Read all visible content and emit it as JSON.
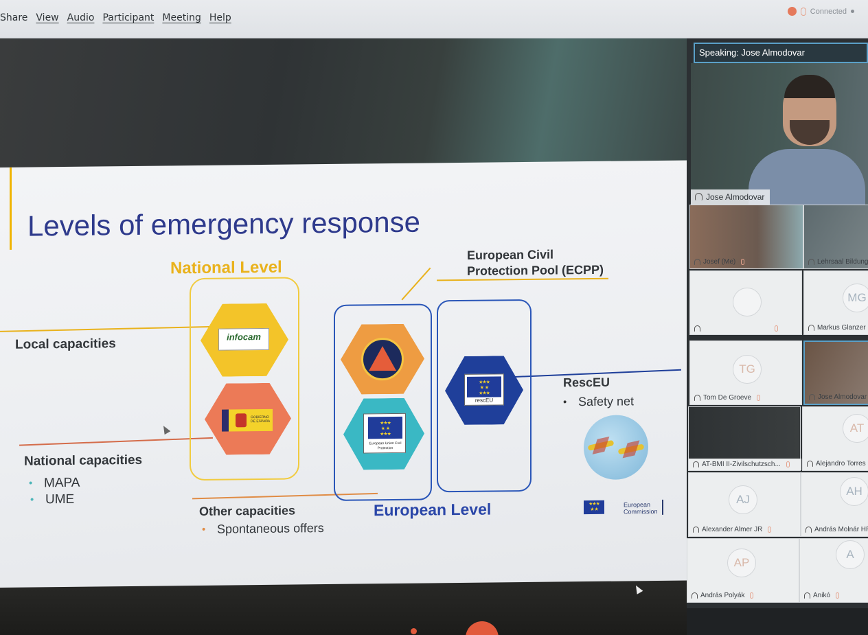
{
  "menu": {
    "items": [
      "Share",
      "View",
      "Audio",
      "Participant",
      "Meeting",
      "Help"
    ]
  },
  "status": {
    "connection": "Connected"
  },
  "slide": {
    "title": "Levels of emergency response",
    "national_level": "National Level",
    "european_level": "European Level",
    "ecpp_line1": "European Civil",
    "ecpp_line2": "Protection Pool (ECPP)",
    "local_capacities": "Local capacities",
    "national_capacities": "National capacities",
    "national_items": [
      "MAPA",
      "UME"
    ],
    "other_capacities": "Other capacities",
    "other_items": [
      "Spontaneous offers"
    ],
    "resceu_title": "RescEU",
    "resceu_items": [
      "Safety net"
    ],
    "logos": {
      "infocam": "infocam",
      "gobierno": "GOBIERNO DE ESPAÑA",
      "eucp": "European Union Civil Protection",
      "resceu": "rescEU",
      "ec_line1": "European",
      "ec_line2": "Commission"
    }
  },
  "speaking": {
    "label": "Speaking: Jose Almodovar"
  },
  "main_video": {
    "name": "Jose Almodovar"
  },
  "participants": [
    {
      "name": "Josef (Me)",
      "initials": "",
      "video": true
    },
    {
      "name": "Lehrsaal Bildung",
      "initials": "",
      "video": true
    },
    {
      "name": "",
      "initials": "",
      "video": false
    },
    {
      "name": "Markus Glanzer",
      "initials": "MG",
      "video": false
    },
    {
      "name": "Tom De Groeve",
      "initials": "TG",
      "video": false
    },
    {
      "name": "Jose Almodovar",
      "initials": "",
      "video": true
    },
    {
      "name": "AT-BMI II-Zivilschutzsch...",
      "initials": "",
      "video": true
    },
    {
      "name": "Alejandro Torres",
      "initials": "AT",
      "video": false
    },
    {
      "name": "Alexander Almer JR",
      "initials": "AJ",
      "video": false
    },
    {
      "name": "András Molnár HR",
      "initials": "AH",
      "video": false
    },
    {
      "name": "András Polyák",
      "initials": "AP",
      "video": false
    },
    {
      "name": "Anikó",
      "initials": "A",
      "video": false
    }
  ],
  "colors": {
    "title_blue": "#2e3a8c",
    "national_yellow": "#e9b21c",
    "european_blue": "#2a46a8",
    "active_border": "#5aa0c8"
  }
}
